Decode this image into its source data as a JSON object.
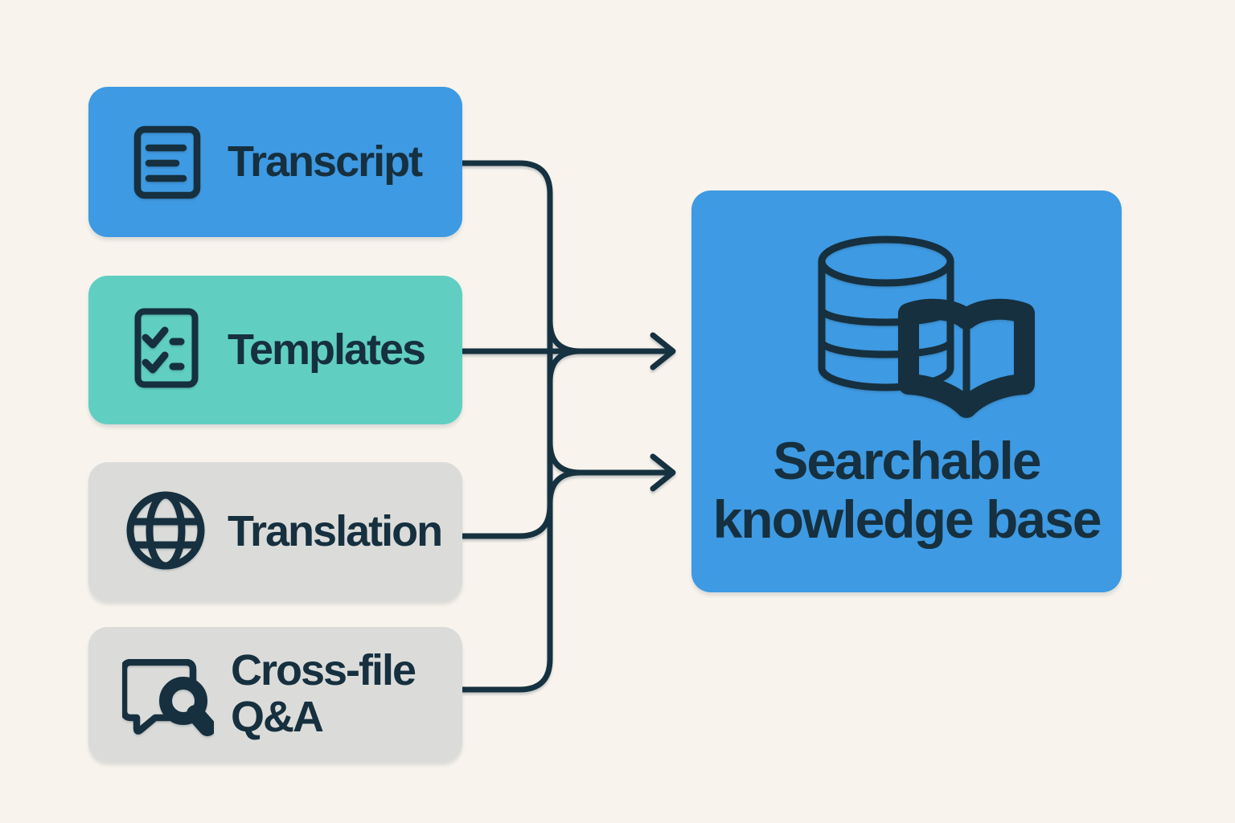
{
  "diagram": {
    "type": "flow-diagram",
    "colors": {
      "background": "#F8F4ED",
      "ink": "#16303F",
      "blue": "#3E9AE2",
      "teal": "#60CFC2",
      "gray": "#DBDCD9",
      "icon_fill": "#F7F3EA"
    },
    "sources": [
      {
        "label": "Transcript",
        "icon": "document-icon",
        "color": "#3E9AE2"
      },
      {
        "label": "Templates",
        "icon": "checklist-icon",
        "color": "#60CFC2"
      },
      {
        "label": "Translation",
        "icon": "globe-icon",
        "color": "#DBDCD9"
      },
      {
        "label": "Cross-file Q&A",
        "icon": "chat-search-icon",
        "color": "#DBDCD9"
      }
    ],
    "target": {
      "label": "Searchable knowledge base",
      "icon": "database-book-icon",
      "color": "#3E9AE2"
    },
    "connections": [
      {
        "from": [
          "Transcript",
          "Templates"
        ],
        "to": "Searchable knowledge base"
      },
      {
        "from": [
          "Translation",
          "Cross-file Q&A"
        ],
        "to": "Searchable knowledge base"
      }
    ]
  }
}
